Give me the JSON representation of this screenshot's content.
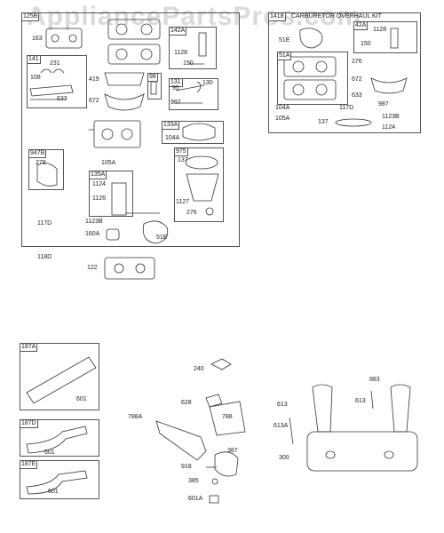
{
  "watermark": "AppliancePartsPros.com",
  "kit_title": "CARBURETOR OVERHAUL KIT",
  "groups": {
    "g125B": "125B",
    "g142A": "142A",
    "g141": "141",
    "g98": "98",
    "g131": "131",
    "g133A": "133A",
    "g947B": "947B",
    "g975": "975",
    "g135A": "135A",
    "g187A": "187A",
    "g187D": "187D",
    "g187E": "187E",
    "gKit": "1418",
    "gKit42A": "42A",
    "gKit51A": "51A"
  },
  "labels": {
    "l163": "163",
    "l1128a": "1128",
    "l150a": "150",
    "l231": "231",
    "l108": "108",
    "l633a": "633",
    "l419": "419",
    "l672a": "672",
    "l95": "95",
    "l130": "130",
    "l987a": "987",
    "l104Aa": "104A",
    "l278": "278",
    "l105Aa": "105A",
    "l137a": "137",
    "l1124a": "1124",
    "l1126": "1126",
    "l1127": "1127",
    "l276a": "276",
    "l117Da": "117D",
    "l1123Ba": "1123B",
    "l160A": "160A",
    "l51Ea": "51E",
    "l118D": "118D",
    "l122": "122",
    "k51E": "51E",
    "k1128": "1128",
    "k150": "150",
    "k276": "276",
    "k672": "672",
    "k633": "633",
    "k104A": "104A",
    "k117D": "117D",
    "k987": "987",
    "k105A": "105A",
    "k137": "137",
    "k1123B": "1123B",
    "k1124": "1124",
    "l601a": "601",
    "l601b": "601",
    "l601c": "601",
    "l240": "240",
    "l628": "628",
    "l788A": "788A",
    "l788": "788",
    "l387": "387",
    "l918": "918",
    "l385": "385",
    "l601A": "601A",
    "l883": "883",
    "l613a": "613",
    "l613b": "613",
    "l613A": "613A",
    "l300": "300"
  }
}
